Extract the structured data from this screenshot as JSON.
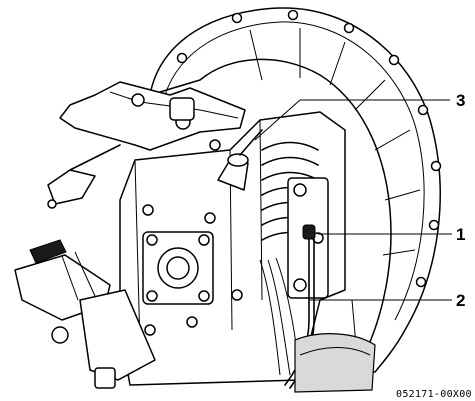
{
  "callouts": [
    {
      "number": "3"
    },
    {
      "number": "1"
    },
    {
      "number": "2"
    }
  ],
  "reference_code": "052171-00X00"
}
